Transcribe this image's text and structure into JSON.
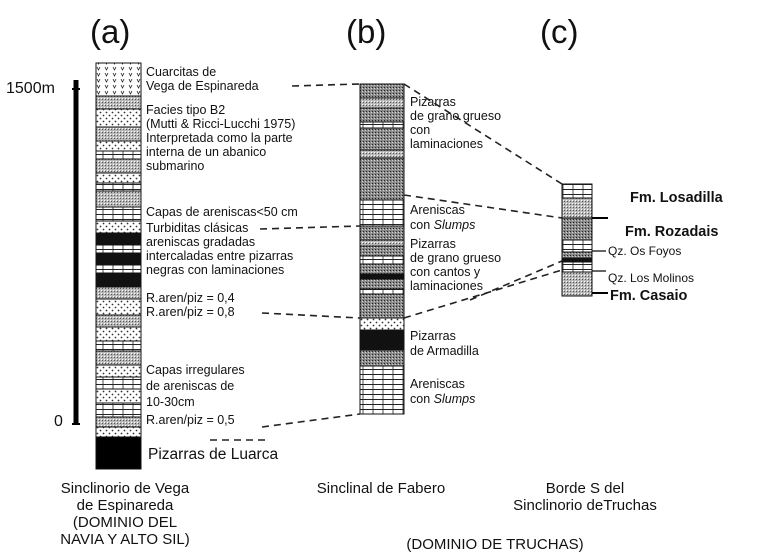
{
  "panels": {
    "a": "(a)",
    "b": "(b)",
    "c": "(c)"
  },
  "scale": {
    "top": "1500m",
    "bottom": "0"
  },
  "column_a": {
    "labels": [
      "Cuarcitas de",
      "Vega de Espinareda",
      "Facies tipo B2",
      "(Mutti & Ricci-Lucchi 1975)",
      "Interpretada como la parte",
      "interna de un abanico",
      "submarino",
      "Capas de areniscas<50 cm",
      "Turbiditas clásicas",
      "areniscas gradadas",
      "intercaladas entre pizarras",
      "negras con laminaciones",
      "R.aren/piz = 0,4",
      "R.aren/piz = 0,8",
      "Capas irregulares",
      "de areniscas de",
      "10-30cm",
      "R.aren/piz = 0,5"
    ],
    "base": "Pizarras de Luarca"
  },
  "column_b": {
    "labels": [
      "Pizarras",
      "de grano grueso",
      "con",
      "laminaciones",
      "Areniscas",
      "con ",
      "Slumps",
      "Pizarras",
      "de grano grueso",
      "con cantos y",
      "laminaciones",
      "Pizarras",
      "de Armadilla",
      "Areniscas",
      "con ",
      "Slumps"
    ]
  },
  "column_c": {
    "formations": [
      "Fm. Losadilla",
      "Fm. Rozadais",
      "Fm. Casaio"
    ],
    "quartzites": [
      "Qz. Os Foyos",
      "Qz. Los Molinos"
    ]
  },
  "captions": {
    "a": [
      "Sinclinorio de Vega",
      "de Espinareda",
      "(DOMINIO DEL",
      "NAVIA Y ALTO SIL)"
    ],
    "b": [
      "Sinclinal de Fabero"
    ],
    "c": [
      "Borde S del",
      "Sinclinorio deTruchas"
    ],
    "bc": "(DOMINIO DE TRUCHAS)"
  }
}
